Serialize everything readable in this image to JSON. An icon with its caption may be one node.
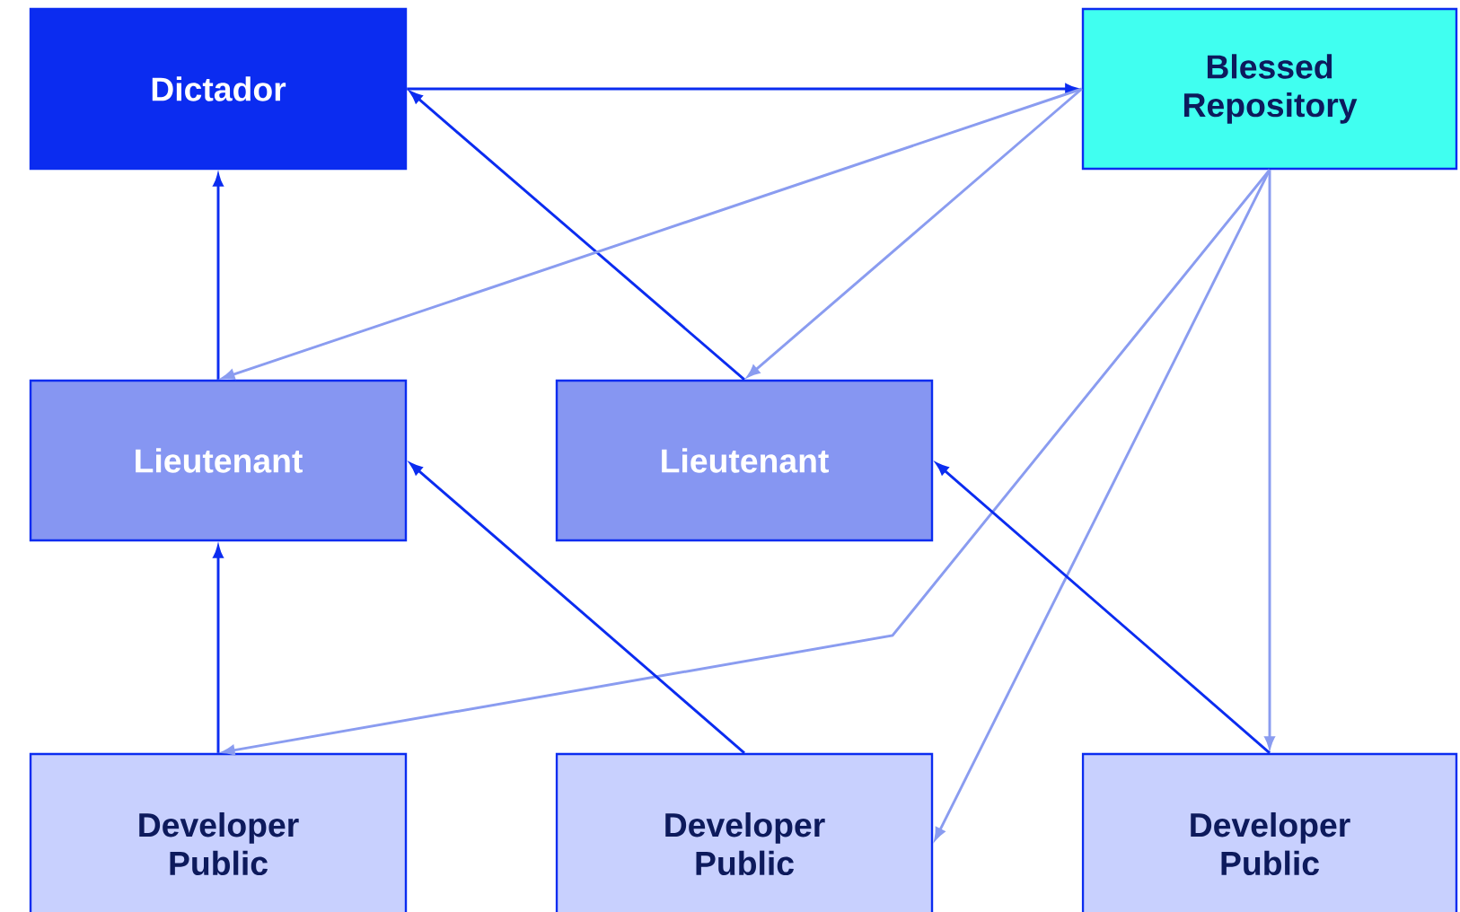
{
  "diagram": {
    "nodes": [
      {
        "text": [
          "Dictador"
        ]
      },
      {
        "text": [
          "Blessed Repository"
        ]
      },
      {
        "text": [
          "Lieutenant"
        ]
      },
      {
        "text": [
          "Lieutenant"
        ]
      },
      {
        "text": [
          "Developer Public"
        ]
      },
      {
        "text": [
          "Developer Public"
        ]
      },
      {
        "text": [
          "Developer Public"
        ]
      }
    ],
    "edges": [
      {
        "from": 0,
        "to": 1,
        "arrow": "to"
      },
      {
        "from": 2,
        "to": 0,
        "arrow": "to"
      },
      {
        "from": 3,
        "to": 0,
        "arrow": "to"
      },
      {
        "from": 1,
        "to": 2,
        "arrow": "to",
        "color": "#8a9cf0"
      },
      {
        "from": 1,
        "to": 3,
        "arrow": "to",
        "color": "#8a9cf0"
      },
      {
        "from": 1,
        "to": 4,
        "arrow": "to",
        "color": "#8a9cf0"
      },
      {
        "from": 1,
        "to": 5,
        "arrow": "to",
        "color": "#8a9cf0"
      },
      {
        "from": 1,
        "to": 6,
        "arrow": "to",
        "color": "#8a9cf0"
      },
      {
        "from": 4,
        "to": 2,
        "arrow": "to"
      },
      {
        "from": 5,
        "to": 2,
        "arrow": "to"
      },
      {
        "from": 6,
        "to": 3,
        "arrow": "to"
      }
    ]
  }
}
